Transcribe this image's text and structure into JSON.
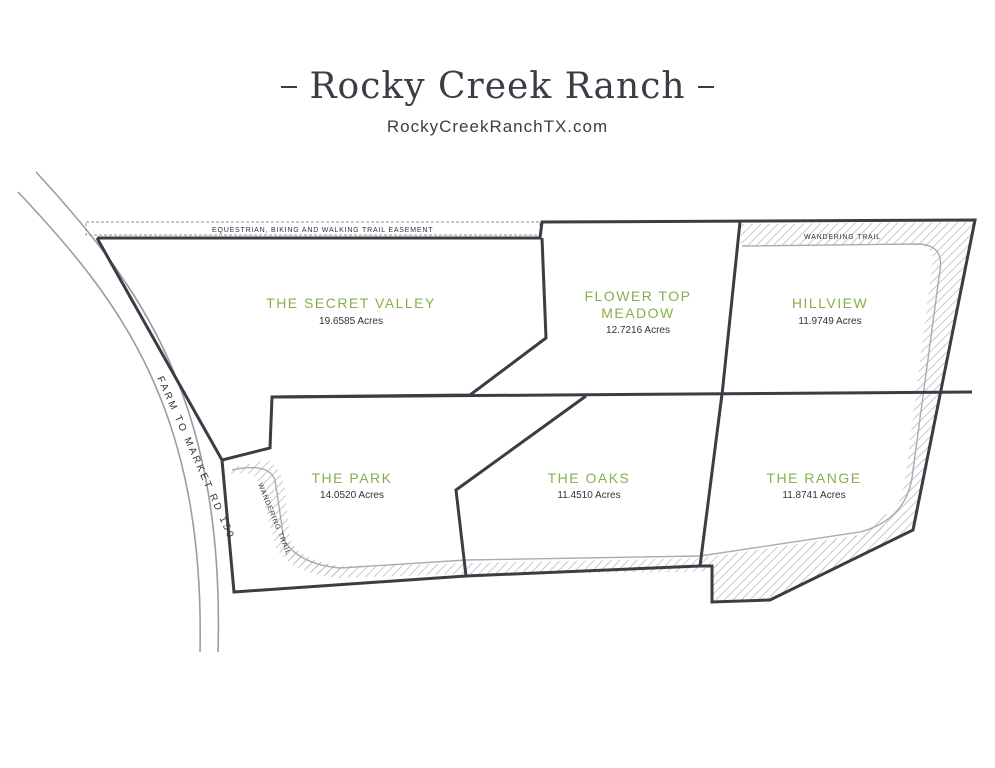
{
  "header": {
    "title": "Rocky Creek Ranch",
    "website": "RockyCreekRanchTX.com"
  },
  "map": {
    "road_label": "FARM TO MARKET RD 150",
    "easement_label": "EQUESTRIAN, BIKING AND WALKING TRAIL EASEMENT",
    "trail_label_top": "WANDERING TRAIL",
    "trail_label_left": "WANDERING TRAIL",
    "lots": {
      "secret_valley": {
        "name": "THE SECRET VALLEY",
        "acres": "19.6585 Acres"
      },
      "flower_top": {
        "name_line1": "FLOWER TOP",
        "name_line2": "MEADOW",
        "acres": "12.7216 Acres"
      },
      "hillview": {
        "name": "HILLVIEW",
        "acres": "11.9749 Acres"
      },
      "park": {
        "name": "THE PARK",
        "acres": "14.0520 Acres"
      },
      "oaks": {
        "name": "THE OAKS",
        "acres": "11.4510 Acres"
      },
      "range": {
        "name": "THE RANGE",
        "acres": "11.8741 Acres"
      }
    },
    "colors": {
      "lot_label": "#86b04a",
      "boundary": "#3a3d45",
      "road": "#9a9ca3",
      "hatch": "#b9bbc0"
    }
  }
}
